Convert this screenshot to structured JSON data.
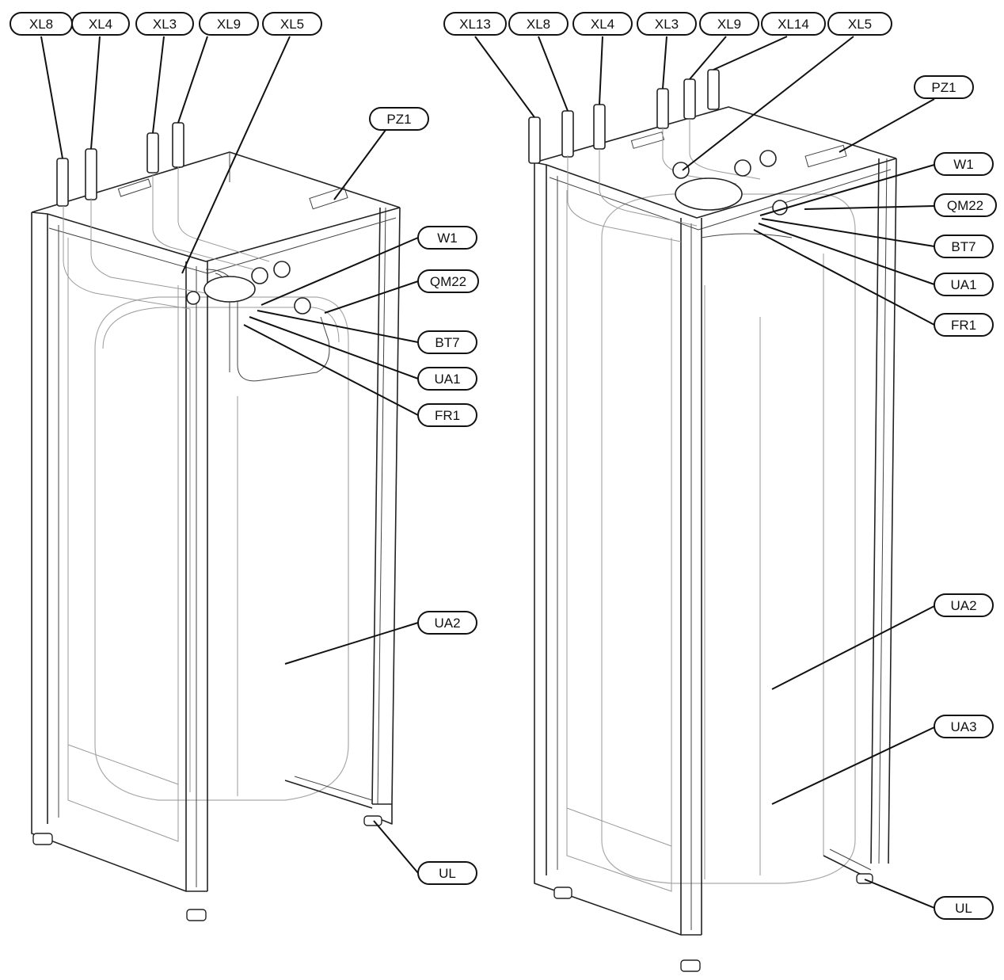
{
  "colors": {
    "line": "#111111",
    "background": "#ffffff"
  },
  "left_unit": {
    "labels": {
      "xl8": "XL8",
      "xl4": "XL4",
      "xl3": "XL3",
      "xl9": "XL9",
      "xl5": "XL5",
      "pz1": "PZ1",
      "w1": "W1",
      "qm22": "QM22",
      "bt7": "BT7",
      "ua1": "UA1",
      "fr1": "FR1",
      "ua2": "UA2",
      "ul": "UL"
    }
  },
  "right_unit": {
    "labels": {
      "xl13": "XL13",
      "xl8": "XL8",
      "xl4": "XL4",
      "xl3": "XL3",
      "xl9": "XL9",
      "xl14": "XL14",
      "xl5": "XL5",
      "pz1": "PZ1",
      "w1": "W1",
      "qm22": "QM22",
      "bt7": "BT7",
      "ua1": "UA1",
      "fr1": "FR1",
      "ua2": "UA2",
      "ua3": "UA3",
      "ul": "UL"
    }
  }
}
